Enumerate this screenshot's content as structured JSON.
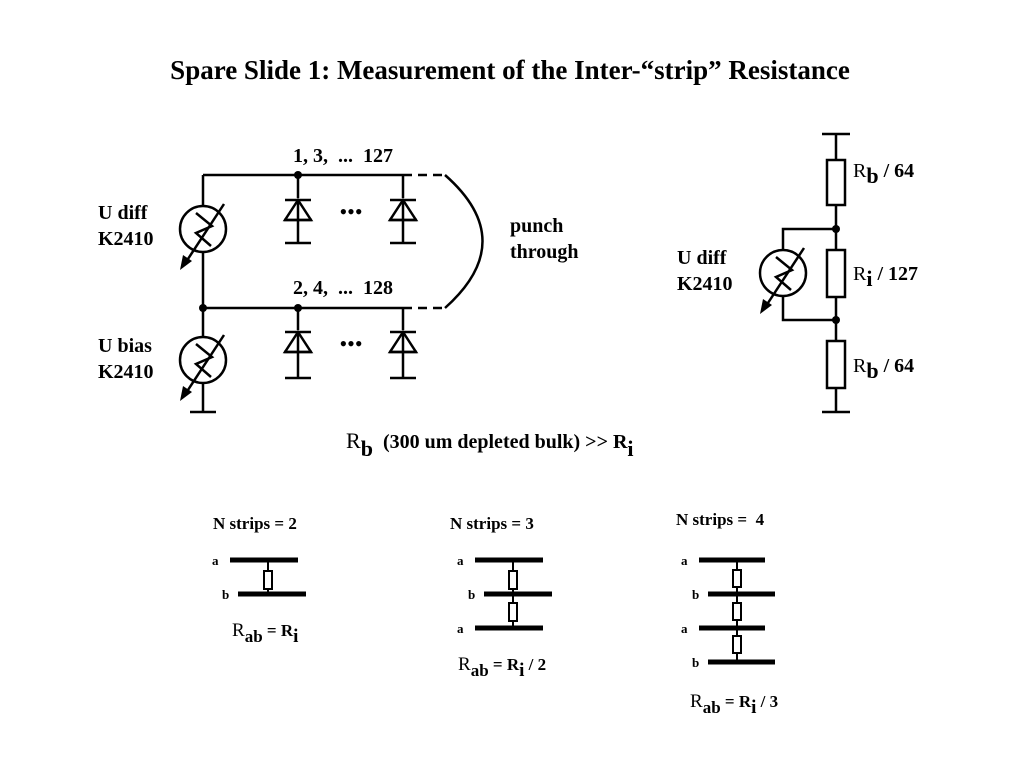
{
  "title": "Spare Slide 1: Measurement of the Inter-“strip” Resistance",
  "circuit_left": {
    "strips_top_label": "1, 3,  ...  127",
    "strips_bottom_label": "2, 4,  ...  128",
    "udiff_label_1": "U diff",
    "udiff_label_2": "K2410",
    "ubias_label_1": "U bias",
    "ubias_label_2": "K2410",
    "punch_label_1": "punch",
    "punch_label_2": "through",
    "ellipsis": "•••"
  },
  "circuit_right": {
    "udiff_label_1": "U diff",
    "udiff_label_2": "K2410",
    "r_top": {
      "main": "R",
      "sub": "b",
      "rest": " / 64"
    },
    "r_mid": {
      "main": "R",
      "sub": "i",
      "rest": " / 127"
    },
    "r_bot": {
      "main": "R",
      "sub": "b",
      "rest": " / 64"
    }
  },
  "relation": {
    "r1": "R",
    "s1": "b",
    "middle": "  (300 um depleted bulk) >> R",
    "s2": "i"
  },
  "strip_examples": [
    {
      "heading": "N strips = 2",
      "labels": [
        "a",
        "b"
      ],
      "formula": {
        "r": "R",
        "sub_ab": "ab",
        "eq": " = R",
        "sub_i": "i",
        "suffix": ""
      }
    },
    {
      "heading": "N strips = 3",
      "labels": [
        "a",
        "b",
        "a"
      ],
      "formula": {
        "r": "R",
        "sub_ab": "ab",
        "eq": " = R",
        "sub_i": "i",
        "suffix": " / 2"
      }
    },
    {
      "heading": "N strips =  4",
      "labels": [
        "a",
        "b",
        "a",
        "b"
      ],
      "formula": {
        "r": "R",
        "sub_ab": "ab",
        "eq": " = R",
        "sub_i": "i",
        "suffix": " / 3"
      }
    }
  ]
}
